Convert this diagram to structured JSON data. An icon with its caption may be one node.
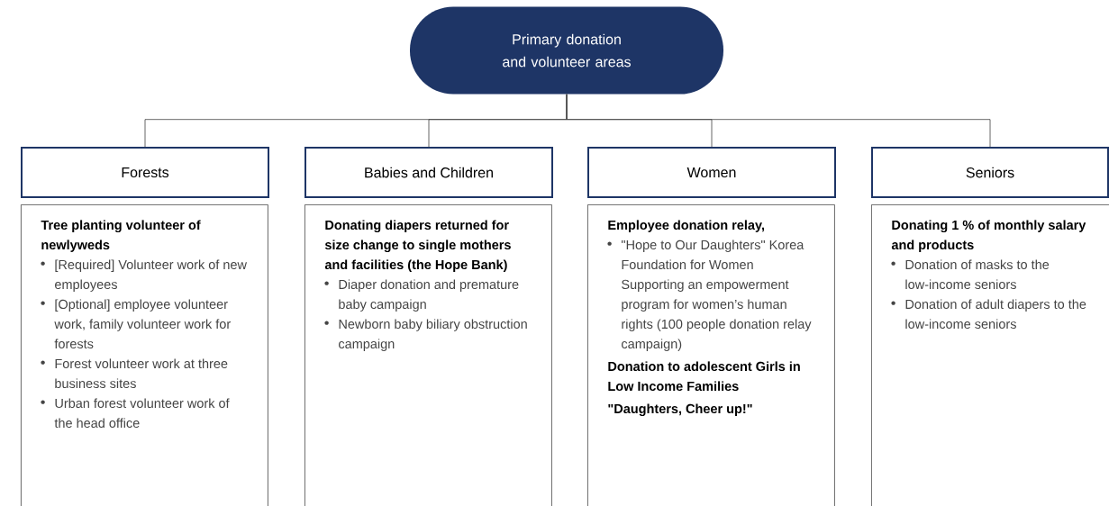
{
  "diagram": {
    "nodes": [
      {
        "text": [
          "Primary donation and volunteer areas"
        ]
      },
      {
        "text": [
          "Forests"
        ]
      },
      {
        "text": [
          "Babies and Children"
        ]
      },
      {
        "text": [
          "Women"
        ]
      },
      {
        "text": [
          "Seniors"
        ]
      },
      {
        "text": [
          "Tree planting volunteer of newlyweds",
          "[Required] Volunteer work of new employees",
          "[Optional] employee volunteer work, family volunteer work for forests",
          "Forest volunteer work at three business sites",
          "Urban forest volunteer work of the head office"
        ]
      },
      {
        "text": [
          "Donating diapers returned for size change to single mothers and facilities (the Hope Bank)",
          "Diaper donation and premature baby campaign",
          "Newborn baby biliary obstruction campaign"
        ]
      },
      {
        "text": [
          "Employee donation relay,",
          "\"Hope to Our Daughters\" Korea Foundation for Women Supporting an empowerment program for women’s human rights (100 people donation relay campaign)",
          "Donation to adolescent Girls in Low Income Families",
          "\"Daughters, Cheer up!\""
        ]
      },
      {
        "text": [
          "Donating 1 % of monthly salary and products",
          "Donation of masks to the low-income seniors",
          "Donation of adult diapers to the low-income seniors"
        ]
      }
    ],
    "edges": [
      {
        "from": 0,
        "to": 1,
        "arrow": "none"
      },
      {
        "from": 0,
        "to": 2,
        "arrow": "none"
      },
      {
        "from": 0,
        "to": 3,
        "arrow": "none"
      },
      {
        "from": 0,
        "to": 4,
        "arrow": "none"
      }
    ]
  }
}
